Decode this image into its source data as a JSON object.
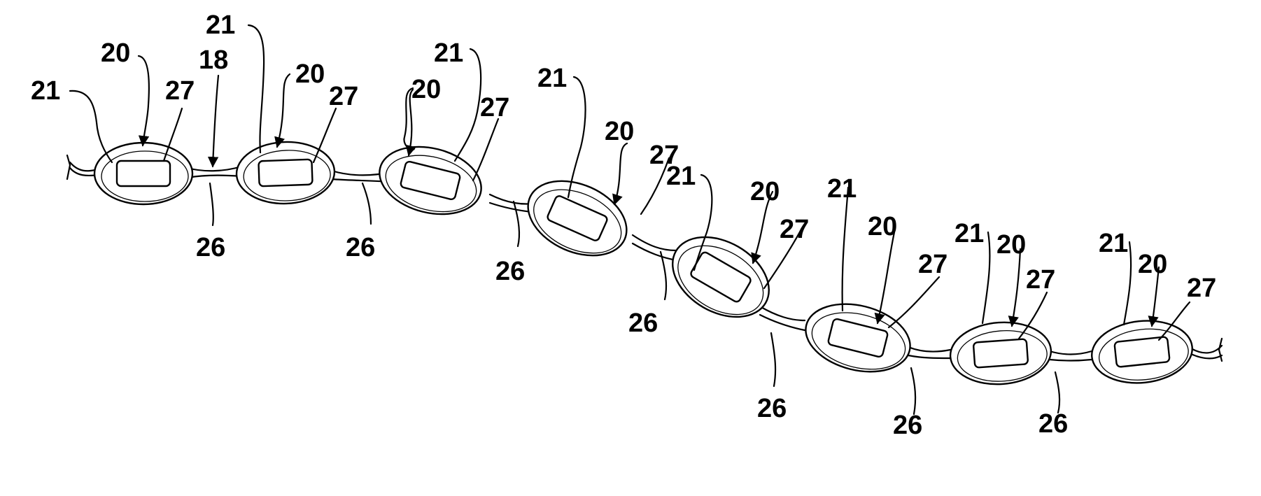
{
  "figure": {
    "labels": [
      {
        "id": "l-21-a",
        "text": "21"
      },
      {
        "id": "l-20-a",
        "text": "20"
      },
      {
        "id": "l-27-a",
        "text": "27"
      },
      {
        "id": "l-18",
        "text": "18"
      },
      {
        "id": "l-26-a",
        "text": "26"
      },
      {
        "id": "l-21-b",
        "text": "21"
      },
      {
        "id": "l-20-b",
        "text": "20"
      },
      {
        "id": "l-27-b",
        "text": "27"
      },
      {
        "id": "l-26-b",
        "text": "26"
      },
      {
        "id": "l-21-c",
        "text": "21"
      },
      {
        "id": "l-20-c",
        "text": "20"
      },
      {
        "id": "l-27-c",
        "text": "27"
      },
      {
        "id": "l-26-c",
        "text": "26"
      },
      {
        "id": "l-21-d",
        "text": "21"
      },
      {
        "id": "l-20-d",
        "text": "20"
      },
      {
        "id": "l-27-d",
        "text": "27"
      },
      {
        "id": "l-26-d",
        "text": "26"
      },
      {
        "id": "l-21-e",
        "text": "21"
      },
      {
        "id": "l-20-e",
        "text": "20"
      },
      {
        "id": "l-27-e",
        "text": "27"
      },
      {
        "id": "l-26-e",
        "text": "26"
      },
      {
        "id": "l-21-f",
        "text": "21"
      },
      {
        "id": "l-20-f",
        "text": "20"
      },
      {
        "id": "l-27-f",
        "text": "27"
      },
      {
        "id": "l-26-f",
        "text": "26"
      },
      {
        "id": "l-21-g",
        "text": "21"
      },
      {
        "id": "l-20-g",
        "text": "20"
      },
      {
        "id": "l-27-g",
        "text": "27"
      },
      {
        "id": "l-26-g",
        "text": "26"
      },
      {
        "id": "l-21-h",
        "text": "21"
      },
      {
        "id": "l-20-h",
        "text": "20"
      },
      {
        "id": "l-27-h",
        "text": "27"
      }
    ]
  }
}
